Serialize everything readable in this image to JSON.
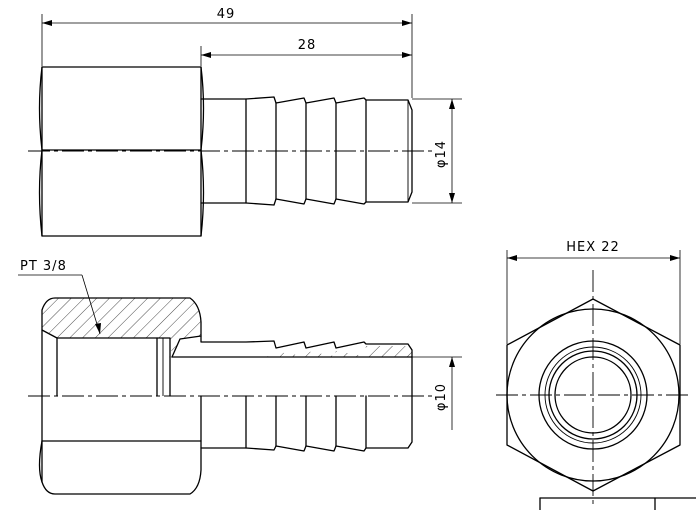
{
  "dimensions": {
    "overall_length": "49",
    "barb_length": "28",
    "barb_diameter": "φ14",
    "bore_diameter": "φ10",
    "thread": "PT 3/8",
    "hex": "HEX 22"
  }
}
